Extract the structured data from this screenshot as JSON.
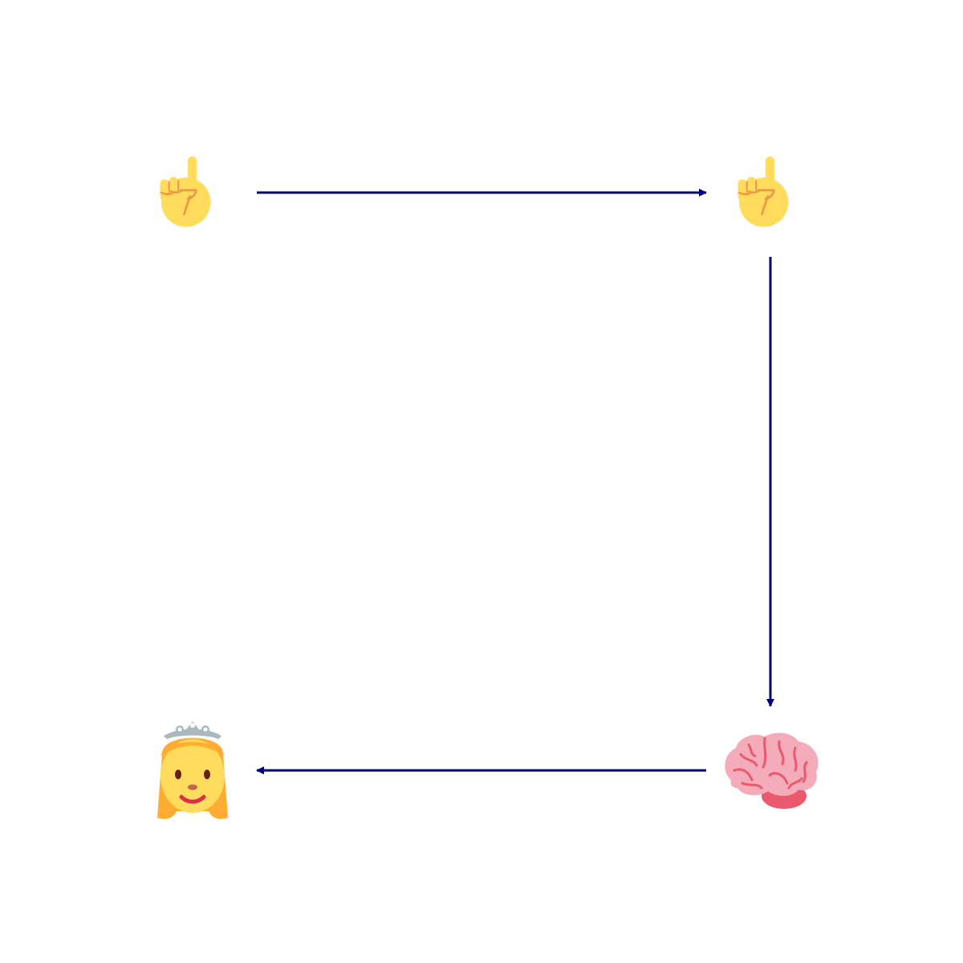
{
  "diagram": {
    "type": "cycle",
    "arrow_color": "#000080",
    "nodes": [
      {
        "id": "n1",
        "icon": "pointing-up-hand-icon",
        "emoji": "☝️"
      },
      {
        "id": "n2",
        "icon": "pointing-up-hand-icon",
        "emoji": "☝️"
      },
      {
        "id": "n3",
        "icon": "brain-icon",
        "emoji": "🧠"
      },
      {
        "id": "n4",
        "icon": "princess-icon",
        "emoji": "👸"
      }
    ],
    "edges": [
      {
        "from": "n1",
        "to": "n2"
      },
      {
        "from": "n2",
        "to": "n3"
      },
      {
        "from": "n3",
        "to": "n4"
      }
    ]
  }
}
